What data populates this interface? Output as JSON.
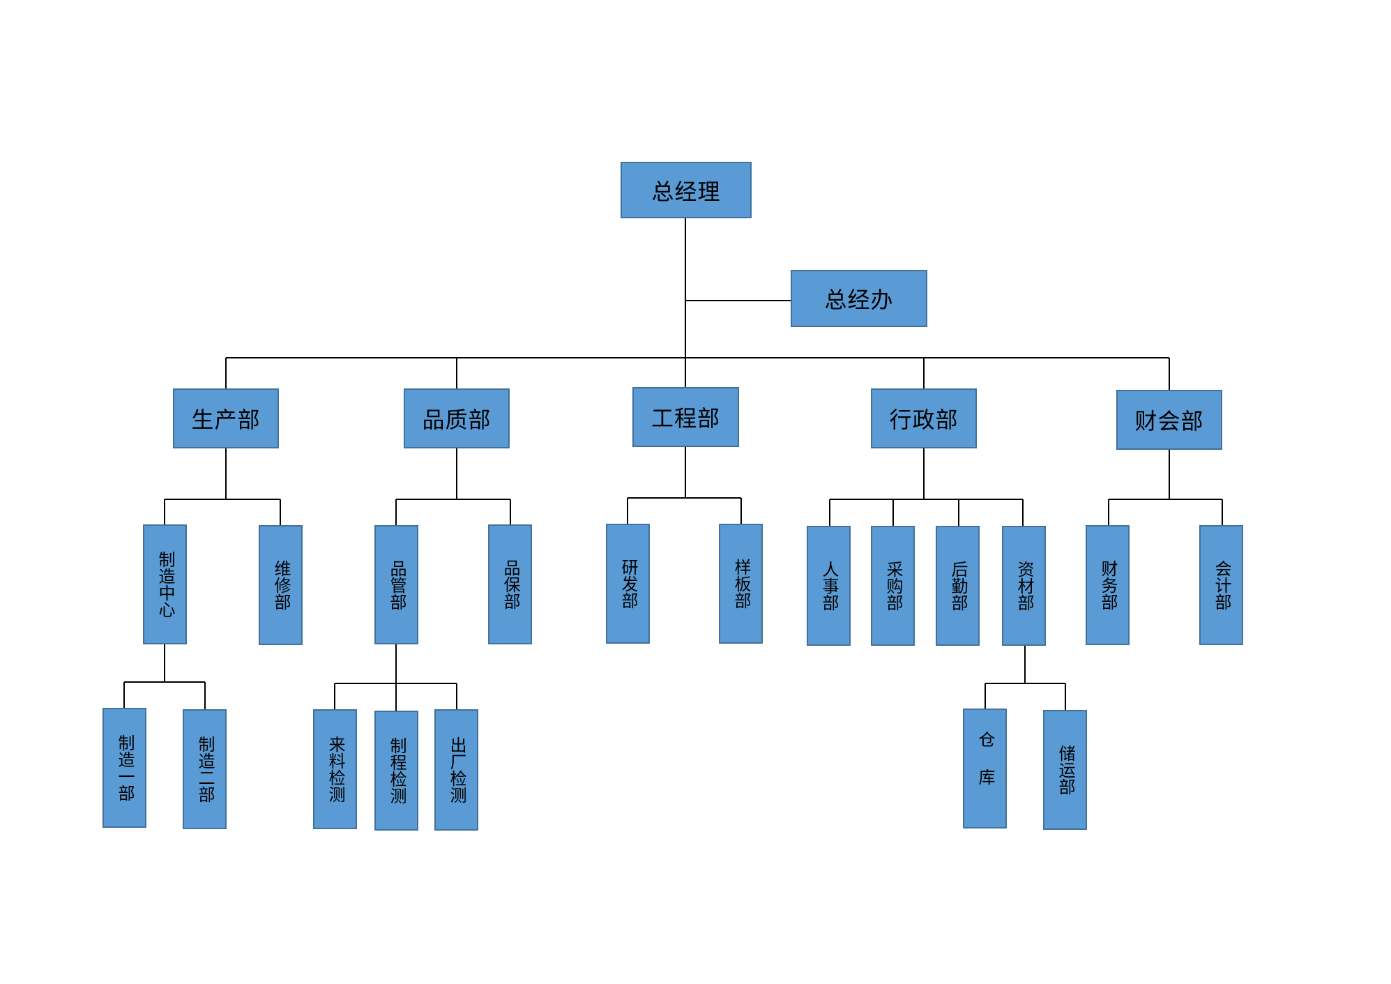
{
  "org_chart": {
    "ceo": "总经理",
    "ceo_office": "总经办",
    "departments": {
      "production": {
        "name": "生产部",
        "children": {
          "manufacturing_center": "制造中心",
          "maintenance": "维修部"
        },
        "manufacturing_center_children": {
          "manufacturing_1": "制造一部",
          "manufacturing_2": "制造二部"
        }
      },
      "quality": {
        "name": "品质部",
        "children": {
          "qc": "品管部",
          "qa": "品保部"
        },
        "qc_children": {
          "incoming_inspection": "来料检测",
          "process_inspection": "制程检测",
          "outgoing_inspection": "出厂检测"
        }
      },
      "engineering": {
        "name": "工程部",
        "children": {
          "rnd": "研发部",
          "sample": "样板部"
        }
      },
      "administration": {
        "name": "行政部",
        "children": {
          "hr": "人事部",
          "purchasing": "采购部",
          "logistics_support": "后勤部",
          "materials": "资材部"
        },
        "materials_children": {
          "warehouse": "仓库",
          "storage_transport": "储运部"
        }
      },
      "finance": {
        "name": "财会部",
        "children": {
          "finance": "财务部",
          "accounting": "会计部"
        }
      }
    }
  }
}
